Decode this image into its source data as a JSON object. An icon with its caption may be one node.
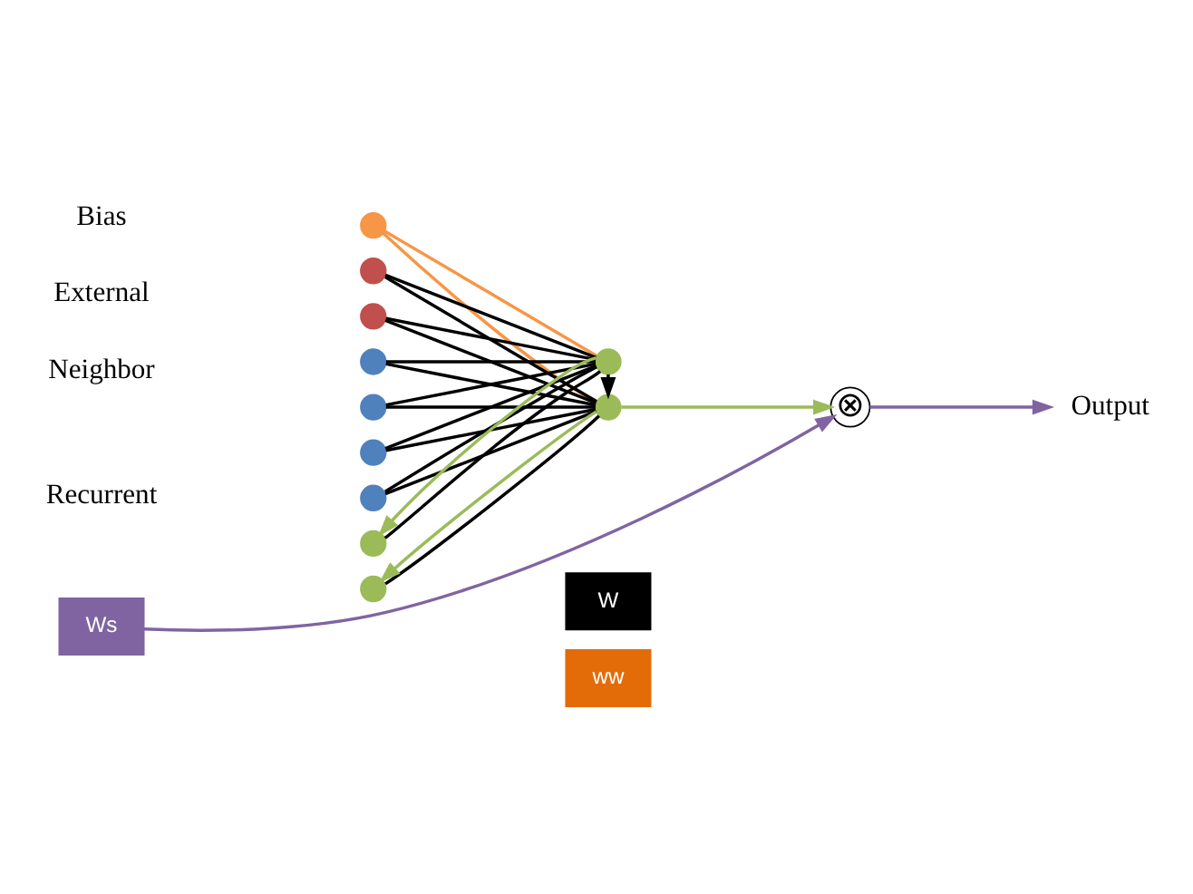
{
  "diagram": {
    "nodes": [
      {
        "text": [],
        "shape": "circle"
      },
      {
        "text": [],
        "shape": "circle"
      },
      {
        "text": [],
        "shape": "circle"
      },
      {
        "text": [],
        "shape": "circle"
      },
      {
        "text": [],
        "shape": "circle"
      },
      {
        "text": [],
        "shape": "circle"
      },
      {
        "text": [],
        "shape": "circle"
      },
      {
        "text": [],
        "shape": "circle"
      },
      {
        "text": [],
        "shape": "circle"
      },
      {
        "text": [],
        "shape": "circle"
      },
      {
        "text": [],
        "shape": "circle"
      },
      {
        "text": [
          "⊗"
        ]
      },
      {
        "text": [
          "Ws"
        ]
      },
      {
        "text": [
          "Output"
        ]
      },
      {
        "text": [
          "ww"
        ]
      },
      {
        "text": [
          "W"
        ]
      }
    ],
    "edges": [
      {
        "from": 0,
        "to": 9,
        "arrow": "none",
        "color": "#f79646"
      },
      {
        "from": 0,
        "to": 10,
        "arrow": "none",
        "color": "#f79646"
      },
      {
        "from": 1,
        "to": 9,
        "arrow": "none"
      },
      {
        "from": 1,
        "to": 10,
        "arrow": "none"
      },
      {
        "from": 2,
        "to": 9,
        "arrow": "none"
      },
      {
        "from": 2,
        "to": 10,
        "arrow": "none"
      },
      {
        "from": 3,
        "to": 9,
        "arrow": "none"
      },
      {
        "from": 3,
        "to": 10,
        "arrow": "none"
      },
      {
        "from": 4,
        "to": 9,
        "arrow": "none"
      },
      {
        "from": 4,
        "to": 10,
        "arrow": "none"
      },
      {
        "from": 5,
        "to": 9,
        "arrow": "none"
      },
      {
        "from": 5,
        "to": 10,
        "arrow": "none"
      },
      {
        "from": 6,
        "to": 9,
        "arrow": "none"
      },
      {
        "from": 6,
        "to": 10,
        "arrow": "none"
      },
      {
        "from": 7,
        "to": 9,
        "arrow": "none"
      },
      {
        "from": 8,
        "to": 10,
        "arrow": "none"
      },
      {
        "from": 9,
        "to": 10,
        "arrow": "to"
      },
      {
        "from": 10,
        "to": 11,
        "arrow": "to",
        "color": "#9bbb59"
      },
      {
        "from": 10,
        "to": 8,
        "arrow": "to",
        "color": "#9bbb59"
      },
      {
        "from": 9,
        "to": 7,
        "arrow": "to",
        "color": "#9bbb59"
      },
      {
        "from": 12,
        "to": 11,
        "arrow": "to",
        "color": "#8064a2"
      },
      {
        "from": 11,
        "to": 13,
        "arrow": "to",
        "color": "#8064a2"
      }
    ],
    "labels": [
      "Bias",
      "External",
      "Neighbor",
      "Recurrent"
    ]
  }
}
